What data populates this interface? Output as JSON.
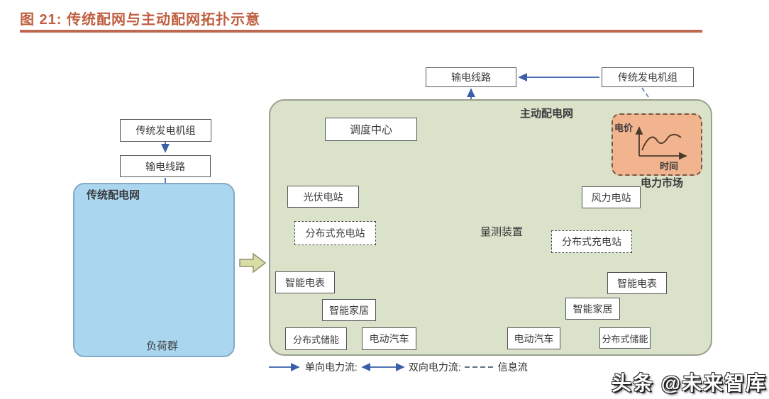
{
  "title": "图 21: 传统配网与主动配网拓扑示意",
  "watermark": "头条 @未来智库",
  "legend": {
    "unidirectional": "单向电力流:",
    "bidirectional": "双向电力流:",
    "info": "信息流"
  },
  "traditional": {
    "region_title": "传统配电网",
    "generator": "传统发电机组",
    "transmission": "输电线路",
    "load_group": "负荷群"
  },
  "active": {
    "region_title": "主动配电网",
    "transmission": "输电线路",
    "generator": "传统发电机组",
    "dispatch_center": "调度中心",
    "market": {
      "label": "电力市场",
      "y_axis": "电价",
      "x_axis": "时间"
    },
    "pv_station": "光伏电站",
    "wind_station": "风力电站",
    "charging_station_left": "分布式充电站",
    "charging_station_right": "分布式充电站",
    "measurement_device": "量测装置",
    "smart_meter_left": "智能电表",
    "smart_meter_right": "智能电表",
    "smart_home_left": "智能家居",
    "smart_home_right": "智能家居",
    "storage_left": "分布式储能",
    "storage_right": "分布式储能",
    "ev_left": "电动汽车",
    "ev_right": "电动汽车"
  },
  "colors": {
    "title_accent": "#C05F41",
    "underline": "#BE6850",
    "traditional_region_fill": "#ABD6F0",
    "active_region_fill": "#DBE2CA",
    "market_fill": "#F2B48F",
    "power_line": "#3A5EA8",
    "bus_line": "#2C51A0",
    "info_line": "#5C7CB0",
    "measurement_square": "#C6837B",
    "transition_arrow_fill": "#D8DCA5"
  }
}
